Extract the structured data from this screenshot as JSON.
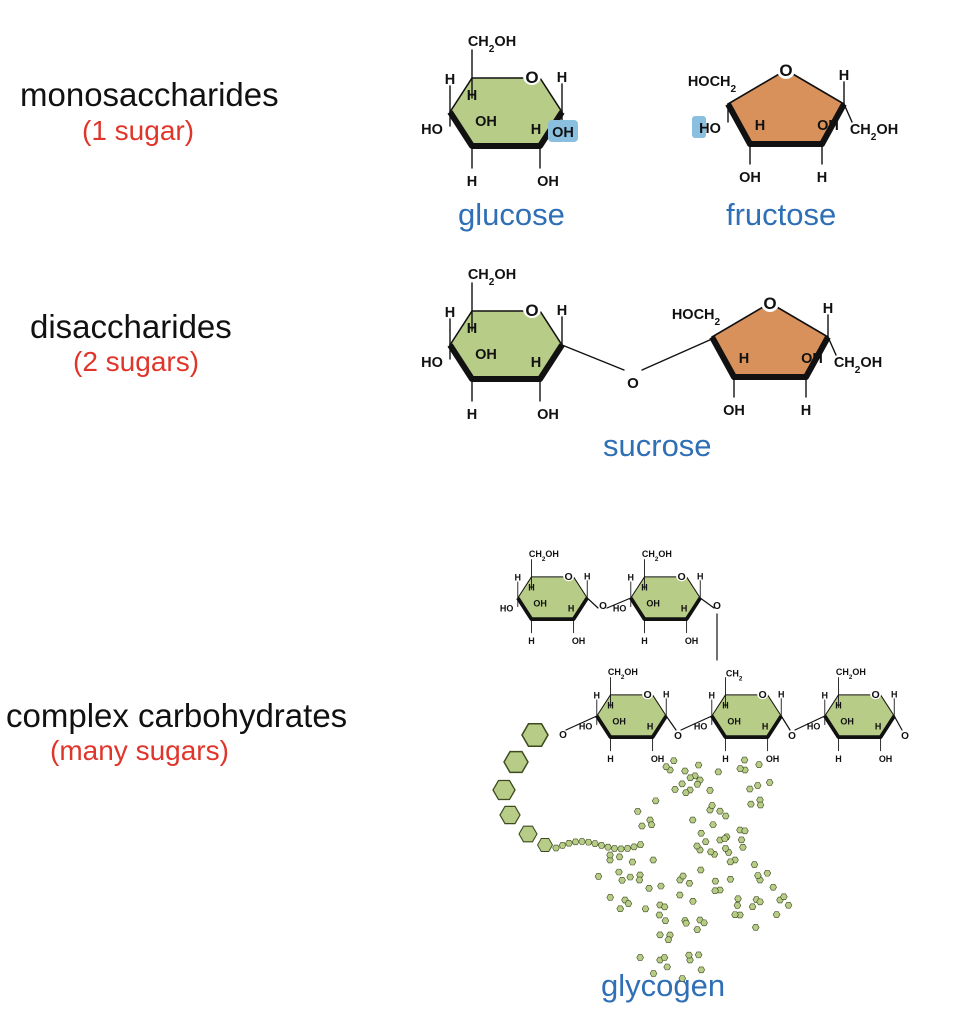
{
  "colors": {
    "glucose_ring": "#b7cc86",
    "fructose_ring": "#d9915c",
    "label_blue": "#2f6fb6",
    "count_red": "#e0352b",
    "highlight": "#8bbfe0"
  },
  "categories": [
    {
      "name": "monosaccharides",
      "count": "(1 sugar)"
    },
    {
      "name": "disaccharides",
      "count": "(2 sugars)"
    },
    {
      "name": "complex carbohydrates",
      "count": "(many sugars)"
    }
  ],
  "molecules": {
    "glucose": "glucose",
    "fructose": "fructose",
    "sucrose": "sucrose",
    "glycogen": "glycogen"
  },
  "atoms": {
    "ch2oh": "CH",
    "ch2": "CH",
    "sub2": "2",
    "oh": "OH",
    "ho": "HO",
    "hoch2": "HOCH",
    "h": "H",
    "o": "O"
  }
}
